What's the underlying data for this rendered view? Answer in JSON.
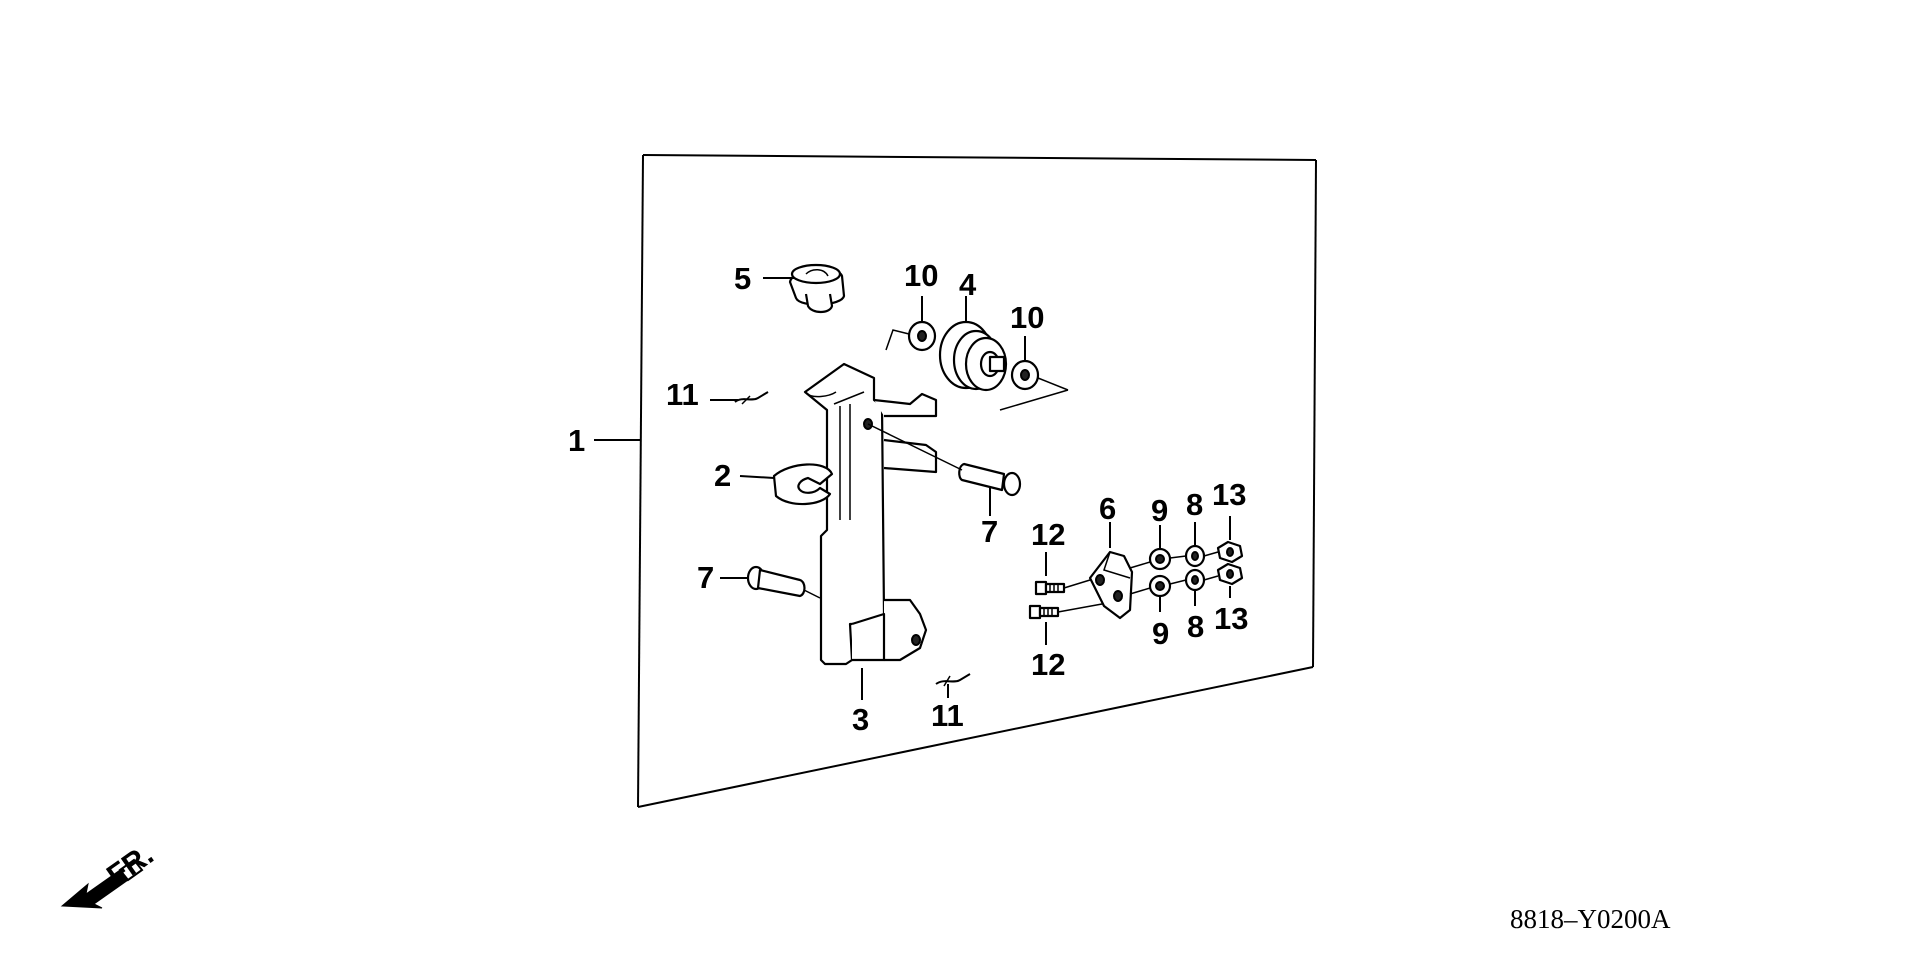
{
  "diagram": {
    "callouts": {
      "p1": "1",
      "p2": "2",
      "p3": "3",
      "p4": "4",
      "p5": "5",
      "p6": "6",
      "p7_right": "7",
      "p7_left": "7",
      "p8_top": "8",
      "p8_bottom": "8",
      "p9_top": "9",
      "p9_bottom": "9",
      "p10_left": "10",
      "p10_right": "10",
      "p11_top": "11",
      "p11_bottom": "11",
      "p12_top": "12",
      "p12_bottom": "12",
      "p13_top": "13",
      "p13_bottom": "13"
    },
    "direction_label": "FR.",
    "figure_code": "8818–Y0200A"
  }
}
